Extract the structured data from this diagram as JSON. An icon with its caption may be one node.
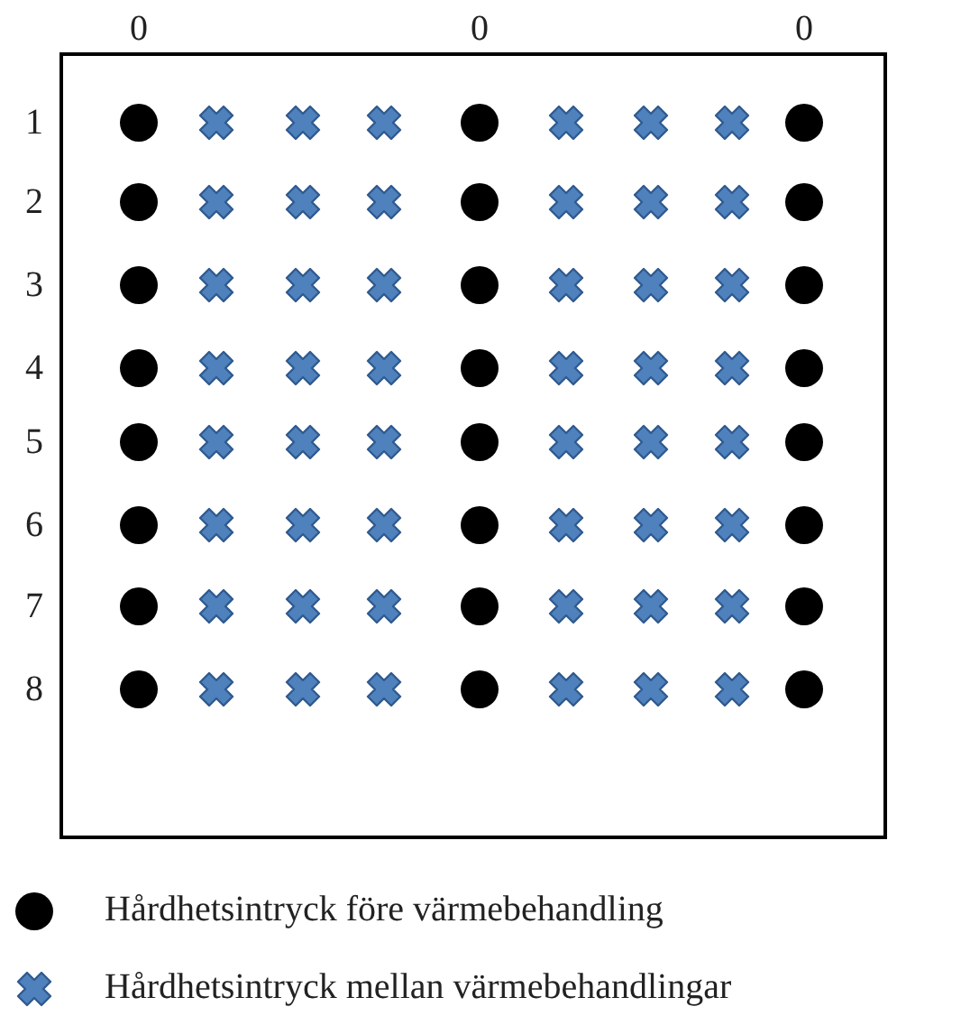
{
  "diagram": {
    "labels": [
      "0",
      "0",
      "0",
      "1",
      "2",
      "3",
      "4",
      "5",
      "6",
      "7",
      "8"
    ],
    "legend": [
      {
        "text": "Hårdhetsintryck före värmebehandling"
      },
      {
        "text": "Hårdhetsintryck mellan värmebehandlingar"
      }
    ]
  }
}
